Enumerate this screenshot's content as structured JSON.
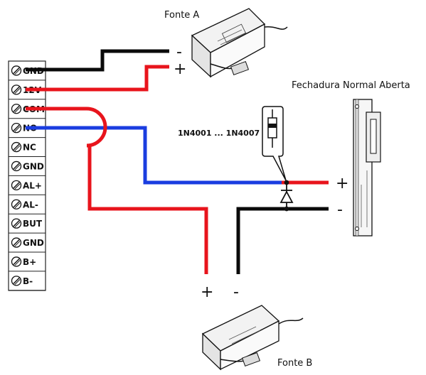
{
  "terminals": [
    {
      "label": "GND",
      "color": "#111111"
    },
    {
      "label": "12V",
      "color": "#d42020"
    },
    {
      "label": "COM",
      "color": "#111111"
    },
    {
      "label": "NO",
      "color": "#111111"
    },
    {
      "label": "NC",
      "color": "#111111"
    },
    {
      "label": "GND",
      "color": "#111111"
    },
    {
      "label": "AL+",
      "color": "#111111"
    },
    {
      "label": "AL-",
      "color": "#111111"
    },
    {
      "label": "BUT",
      "color": "#111111"
    },
    {
      "label": "GND",
      "color": "#111111"
    },
    {
      "label": "B+",
      "color": "#111111"
    },
    {
      "label": "B-",
      "color": "#111111"
    }
  ],
  "labels": {
    "fonte_a": "Fonte A",
    "fonte_b": "Fonte B",
    "lock": "Fechadura Normal Aberta",
    "diode": "1N4001 ... 1N4007",
    "plus": "+",
    "minus": "-"
  },
  "colors": {
    "wire_red": "#e8141c",
    "wire_black": "#0a0a0a",
    "wire_blue": "#1a3de0"
  }
}
